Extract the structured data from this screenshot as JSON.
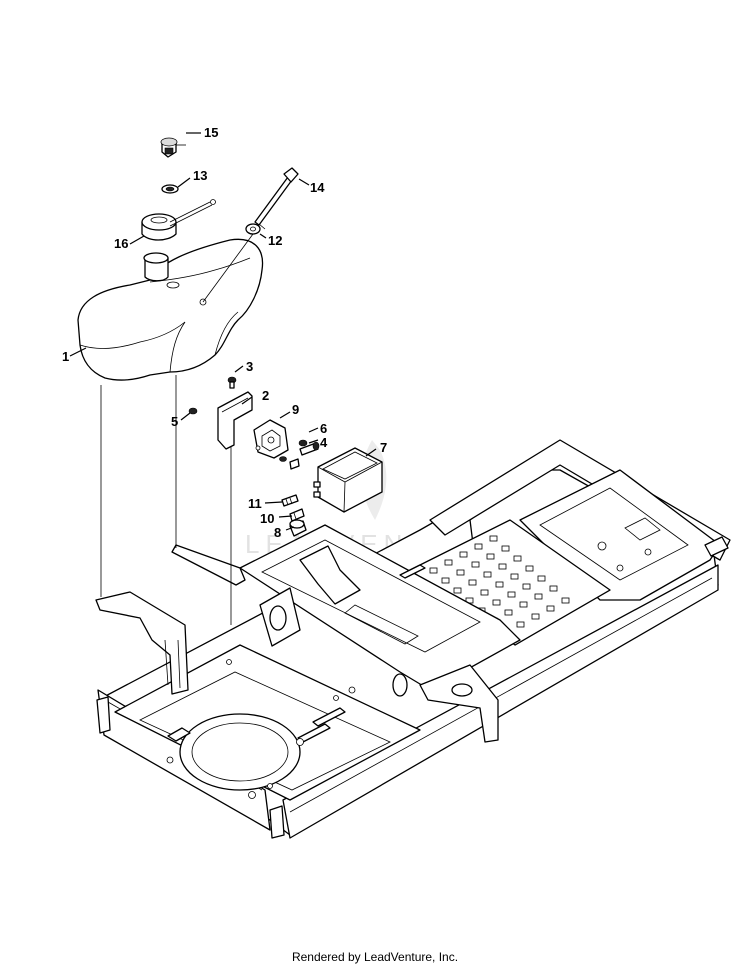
{
  "callouts": [
    {
      "id": "1",
      "label": "1"
    },
    {
      "id": "2",
      "label": "2"
    },
    {
      "id": "3",
      "label": "3"
    },
    {
      "id": "4",
      "label": "4"
    },
    {
      "id": "5",
      "label": "5"
    },
    {
      "id": "6",
      "label": "6"
    },
    {
      "id": "7",
      "label": "7"
    },
    {
      "id": "8",
      "label": "8"
    },
    {
      "id": "9",
      "label": "9"
    },
    {
      "id": "10",
      "label": "10"
    },
    {
      "id": "11",
      "label": "11"
    },
    {
      "id": "12",
      "label": "12"
    },
    {
      "id": "13",
      "label": "13"
    },
    {
      "id": "14",
      "label": "14"
    },
    {
      "id": "15",
      "label": "15"
    },
    {
      "id": "16",
      "label": "16"
    }
  ],
  "watermark": "LEADVENTURE",
  "footer": "Rendered by LeadVenture, Inc."
}
